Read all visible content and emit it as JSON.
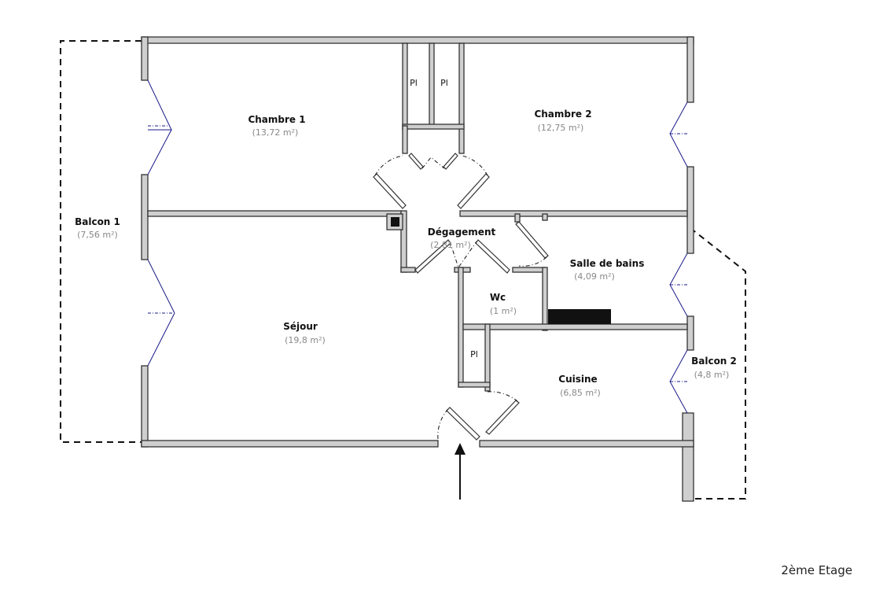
{
  "rooms": {
    "chambre1": {
      "name": "Chambre 1",
      "area": "(13,72 m²)"
    },
    "chambre2": {
      "name": "Chambre 2",
      "area": "(12,75 m²)"
    },
    "balcon1": {
      "name": "Balcon 1",
      "area": "(7,56 m²)"
    },
    "degagement": {
      "name": "Dégagement",
      "area": "(2,81 m²)"
    },
    "salle_de_bains": {
      "name": "Salle de bains",
      "area": "(4,09 m²)"
    },
    "wc": {
      "name": "Wc",
      "area": "(1 m²)"
    },
    "sejour": {
      "name": "Séjour",
      "area": "(19,8 m²)"
    },
    "cuisine": {
      "name": "Cuisine",
      "area": "(6,85 m²)"
    },
    "balcon2": {
      "name": "Balcon 2",
      "area": "(4,8 m²)"
    }
  },
  "placards": [
    "Pl",
    "Pl",
    "Pl"
  ],
  "floor_label": "2ème Etage"
}
